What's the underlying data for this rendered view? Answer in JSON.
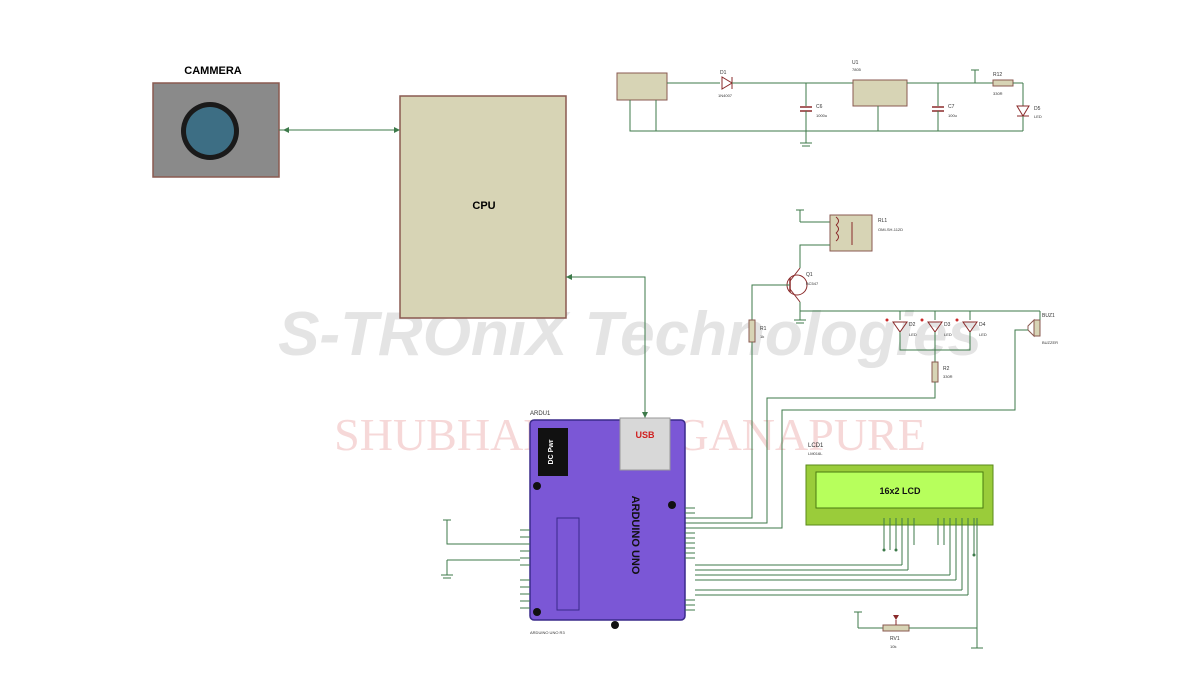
{
  "camera": {
    "title": "CAMMERA"
  },
  "cpu": {
    "label": "CPU"
  },
  "arduino": {
    "ref": "ARDU1",
    "name": "ARDUINO UNO",
    "usb_label": "USB",
    "dc_label": "DC Pwr",
    "part_code": "ARDUINO UNO R3"
  },
  "lcd": {
    "ref": "LCD1",
    "subref": "LM016L",
    "text": "16x2 LCD"
  },
  "power_supply": {
    "diode": "D1",
    "diode_val": "1N4007",
    "regulator": "U1",
    "regulator_val": "7805",
    "cap1": "C6",
    "cap1_val": "1000u",
    "cap2": "C7",
    "cap2_val": "100u",
    "res": "R12",
    "res_val": "330R",
    "led": "D5",
    "led_val": "LED"
  },
  "relay": {
    "ref": "RL1",
    "val": "OMI-SH-112D"
  },
  "transistor": {
    "ref": "Q1",
    "val": "BC547"
  },
  "resistors": {
    "r1": "R1",
    "r1_val": "1k",
    "r2": "R2",
    "r2_val": "330R"
  },
  "leds": {
    "d2": "D2",
    "d3": "D3",
    "d4": "D4",
    "d2_val": "LED",
    "d3_val": "LED",
    "d4_val": "LED"
  },
  "buzzer": {
    "ref": "BUZ1",
    "val": "BUZZER"
  },
  "pot": {
    "ref": "RV1",
    "val": "10k"
  },
  "watermark": {
    "line1": "S-TROniX Technologies",
    "line2": "SHUBHAM GANGANAPURE"
  },
  "colors": {
    "wire": "#3d7a4a",
    "block_fill": "#d7d4b5",
    "block_stroke": "#8a5a50",
    "arduino_fill": "#7b57d6",
    "arduino_stroke": "#3a2a8a",
    "lcd_frame": "#9acc3a",
    "lcd_screen": "#b7ff5c"
  }
}
